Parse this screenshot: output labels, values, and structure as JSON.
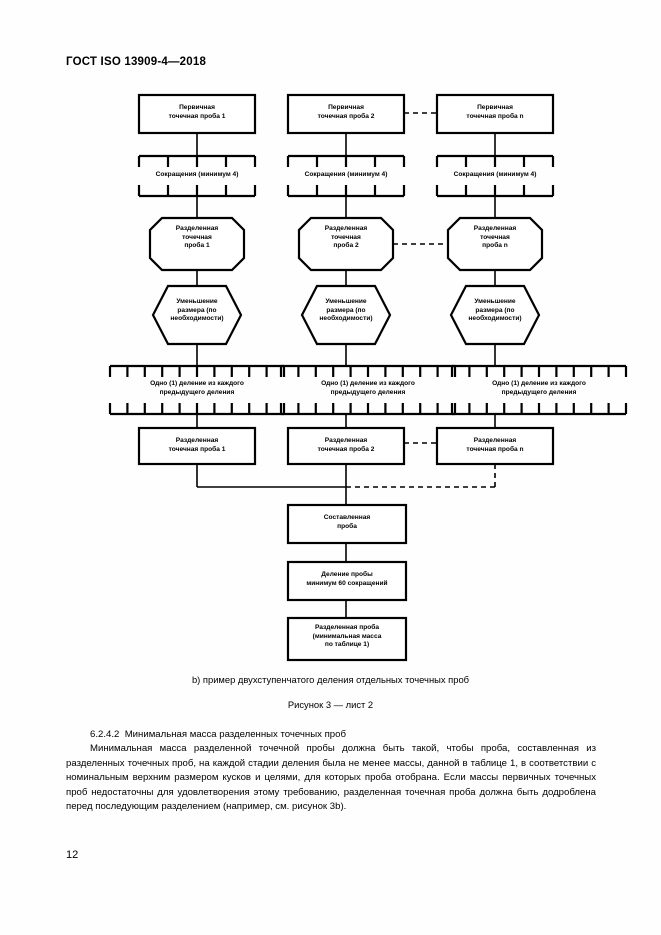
{
  "header": {
    "standard": "ГОСТ ISO 13909-4—2018"
  },
  "page_number": "12",
  "diagram": {
    "title_caption_b": "b)  пример двухступенчатого деления отдельных точечных проб",
    "figure_caption": "Рисунок 3 — лист 2",
    "columns": [
      {
        "primary_increment": "Первичная\nточечная проба 1",
        "reductions": "Сокращения (минимум 4)",
        "divided_increment": "Разделенная\nточечная\nпроба 1",
        "size_reduction": "Уменьшение\nразмера (по\nнеобходимости)",
        "one_division": "Одно (1) деление из каждого\nпредыдущего деления",
        "divided_increment_2": "Разделенная\nточечная проба 1"
      },
      {
        "primary_increment": "Первичная\nточечная проба 2",
        "reductions": "Сокращения (минимум 4)",
        "divided_increment": "Разделенная\nточечная\nпроба 2",
        "size_reduction": "Уменьшение\nразмера (по\nнеобходимости)",
        "one_division": "Одно (1) деление из каждого\nпредыдущего деления",
        "divided_increment_2": "Разделенная\nточечная проба 2"
      },
      {
        "primary_increment": "Первичная\nточечная проба n",
        "reductions": "Сокращения (минимум 4)",
        "divided_increment": "Разделенная\nточечная\nпроба n",
        "size_reduction": "Уменьшение\nразмера (по\nнеобходимости)",
        "one_division": "Одно (1) деление из каждого\nпредыдущего деления",
        "divided_increment_2": "Разделенная\nточечная проба n"
      }
    ],
    "composite_sample": "Составленная\nпроба",
    "sample_division": "Деление пробы\nминимум 60 сокращений",
    "divided_sample": "Разделенная проба\n(минимальная масса\nпо таблице 1)"
  },
  "body": {
    "clause_number": "6.2.4.2",
    "clause_title": "Минимальная масса разделенных точечных проб",
    "paragraph": "Минимальная масса разделенной точечной пробы должна быть такой, чтобы проба, составленная из разделенных точечных проб, на каждой стадии деления была не менее массы, данной в таблице 1, в соответствии с номинальным верхним размером кусков и целями, для которых проба отобрана. Если массы первичных точечных проб недостаточны для удовлетворения этому требованию, разделенная точечная проба должна быть додроблена перед последующим разделением (например, см. рисунок 3b)."
  }
}
